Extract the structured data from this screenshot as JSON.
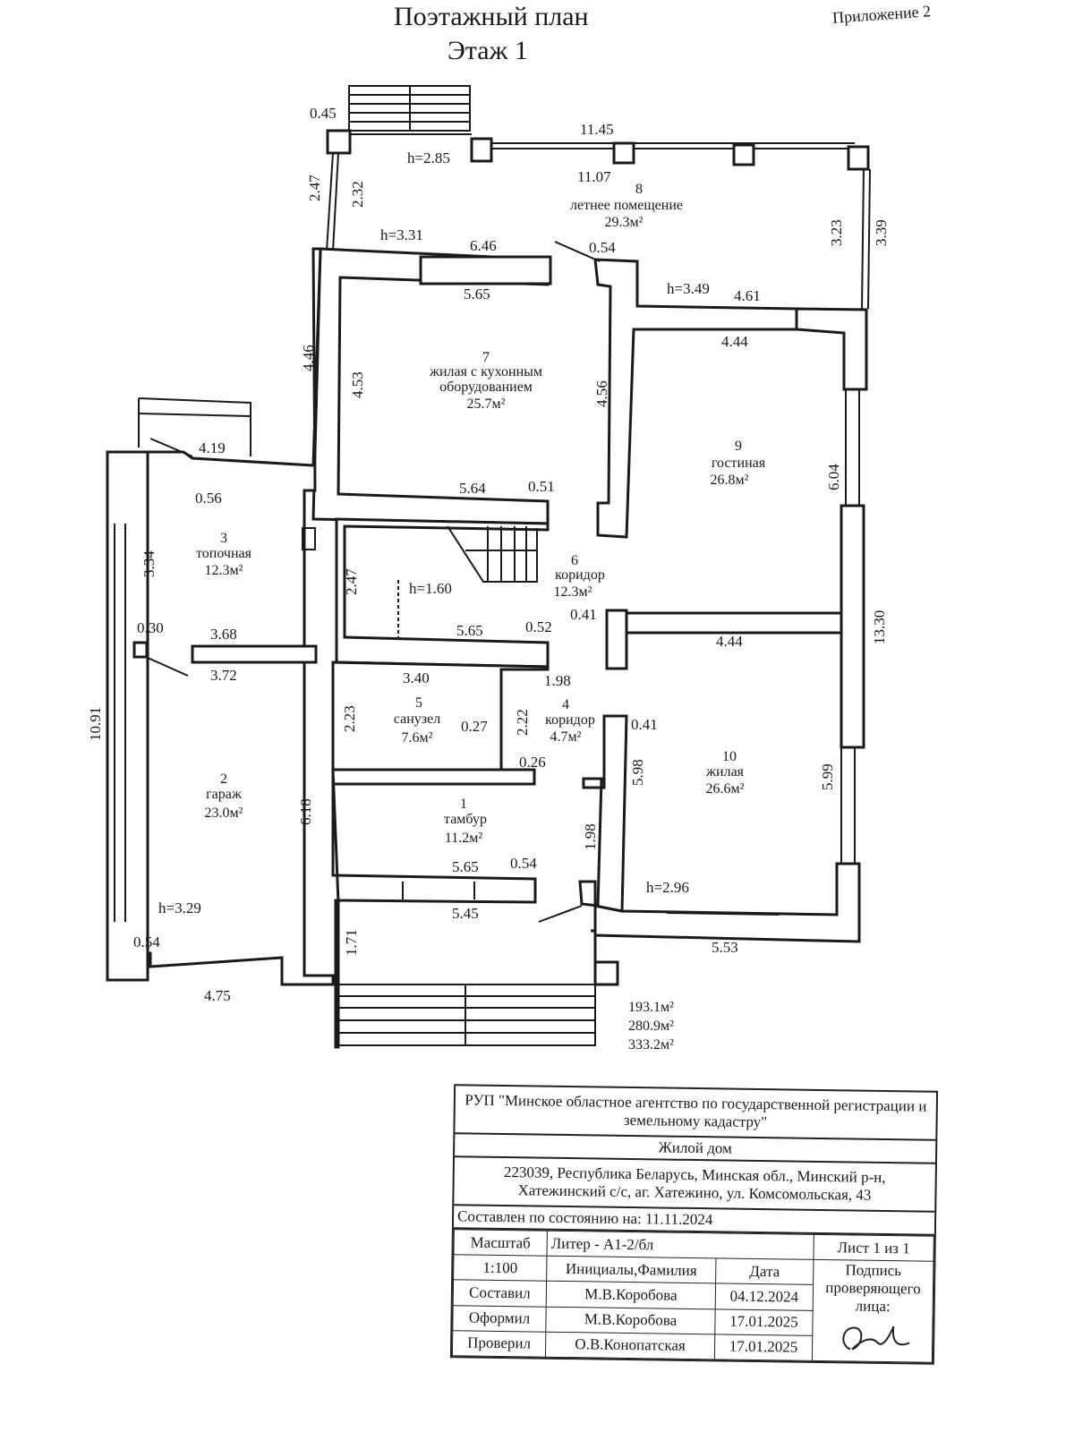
{
  "header": {
    "title": "Поэтажный план",
    "floor": "Этаж 1",
    "appendix": "Приложение 2"
  },
  "rooms": [
    {
      "num": "1",
      "name": "тамбур",
      "area": "11.2м²"
    },
    {
      "num": "2",
      "name": "гараж",
      "area": "23.0м²"
    },
    {
      "num": "3",
      "name": "топочная",
      "area": "12.3м²"
    },
    {
      "num": "4",
      "name": "коридор",
      "area": "4.7м²"
    },
    {
      "num": "5",
      "name": "санузел",
      "area": "7.6м²"
    },
    {
      "num": "6",
      "name": "коридор",
      "area": "12.3м²"
    },
    {
      "num": "7",
      "name": "жилая с кухонным",
      "name2": "оборудованием",
      "area": "25.7м²"
    },
    {
      "num": "8",
      "name": "летнее помещение",
      "area": "29.3м²"
    },
    {
      "num": "9",
      "name": "гостиная",
      "area": "26.8м²"
    },
    {
      "num": "10",
      "name": "жилая",
      "area": "26.6м²"
    }
  ],
  "dimensions": {
    "d_045": "0.45",
    "d_1145": "11.45",
    "d_1107": "11.07",
    "d_h285": "h=2.85",
    "d_247a": "2.47",
    "d_232": "2.32",
    "d_323": "3.23",
    "d_339": "3.39",
    "d_h331": "h=3.31",
    "d_646": "6.46",
    "d_054a": "0.54",
    "d_h349": "h=3.49",
    "d_461": "4.61",
    "d_565a": "5.65",
    "d_446": "4.46",
    "d_453": "4.53",
    "d_456": "4.56",
    "d_444a": "4.44",
    "d_419": "4.19",
    "d_056": "0.56",
    "d_564": "5.64",
    "d_051": "0.51",
    "d_604": "6.04",
    "d_334": "3.34",
    "d_247b": "2.47",
    "d_h160": "h=1.60",
    "d_565b": "5.65",
    "d_052": "0.52",
    "d_041a": "0.41",
    "d_444b": "4.44",
    "d_1330": "13.30",
    "d_030": "0.30",
    "d_368": "3.68",
    "d_372": "3.72",
    "d_340": "3.40",
    "d_198a": "1.98",
    "d_223": "2.23",
    "d_027": "0.27",
    "d_222": "2.22",
    "d_041b": "0.41",
    "d_026": "0.26",
    "d_598": "5.98",
    "d_599": "5.99",
    "d_1091": "10.91",
    "d_618": "6.18",
    "d_198b": "1.98",
    "d_565c": "5.65",
    "d_054b": "0.54",
    "d_h296": "h=2.96",
    "d_h329": "h=3.29",
    "d_545": "5.45",
    "d_054c": "0.54",
    "d_171": "1.71",
    "d_553": "5.53",
    "d_475": "4.75"
  },
  "totals": [
    "193.1м²",
    "280.9м²",
    "333.2м²"
  ],
  "stamp": {
    "org": "РУП \"Минское областное агентство по государственной регистрации и земельному кадастру\"",
    "object": "Жилой дом",
    "address": "223039, Республика Беларусь, Минская обл., Минский р-н, Хатежинский с/с, аг. Хатежино, ул. Комсомольская, 43",
    "state": "Составлен по состоянию на: 11.11.2024",
    "scale_label": "Масштаб",
    "scale_value": "1:100",
    "liter": "Литер - А1-2/бл",
    "sheet": "Лист 1 из 1",
    "initials_label": "Инициалы,Фамилия",
    "date_label": "Дата",
    "sign_label": "Подпись проверяющего лица:",
    "rows": [
      {
        "role": "Составил",
        "name": "М.В.Коробова",
        "date": "04.12.2024"
      },
      {
        "role": "Оформил",
        "name": "М.В.Коробова",
        "date": "17.01.2025"
      },
      {
        "role": "Проверил",
        "name": "О.В.Конопатская",
        "date": "17.01.2025"
      }
    ]
  }
}
